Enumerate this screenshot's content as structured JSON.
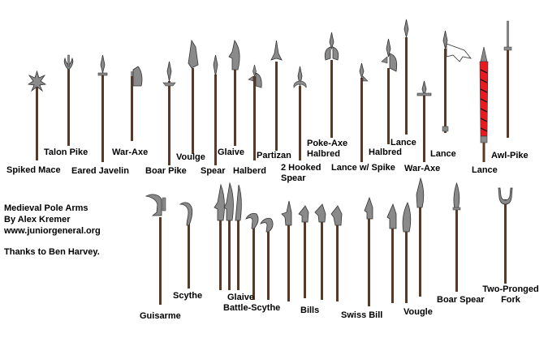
{
  "credits": {
    "title": "Medieval Pole Arms",
    "author": "By Alex Kremer",
    "site": "www.juniorgeneral.org",
    "thanks": "Thanks to Ben Harvey."
  },
  "top_row": [
    {
      "name": "Spiked Mace",
      "icon": "spiked-mace-icon"
    },
    {
      "name": "Talon Pike",
      "icon": "talon-pike-icon"
    },
    {
      "name": "Eared Javelin",
      "icon": "eared-javelin-icon"
    },
    {
      "name": "War-Axe",
      "icon": "war-axe-icon"
    },
    {
      "name": "Boar Pike",
      "icon": "boar-pike-icon"
    },
    {
      "name": "Voulge",
      "icon": "voulge-icon"
    },
    {
      "name": "Spear",
      "icon": "spear-icon"
    },
    {
      "name": "Glaive",
      "icon": "glaive-icon"
    },
    {
      "name": "Halberd",
      "icon": "halberd-icon"
    },
    {
      "name": "Partizan",
      "icon": "partizan-icon"
    },
    {
      "name": "2 Hooked Spear",
      "icon": "two-hooked-spear-icon"
    },
    {
      "name": "Poke-Axe Halbred",
      "icon": "poke-axe-halbred-icon"
    },
    {
      "name": "Lance w/ Spike",
      "icon": "lance-with-spike-icon"
    },
    {
      "name": "Halbred",
      "icon": "halbred-icon"
    },
    {
      "name": "Lance",
      "icon": "lance-icon"
    },
    {
      "name": "War-Axe",
      "icon": "war-axe-2-icon"
    },
    {
      "name": "Lance",
      "icon": "pennant-lance-icon"
    },
    {
      "name": "Lance",
      "icon": "striped-lance-icon"
    },
    {
      "name": "Awl-Pike",
      "icon": "awl-pike-icon"
    }
  ],
  "bottom_row": [
    {
      "name": "Guisarme",
      "icon": "guisarme-icon"
    },
    {
      "name": "Scythe",
      "icon": "scythe-icon"
    },
    {
      "name": "Glaive",
      "icon": "glaive-pair-icon"
    },
    {
      "name": "Battle-Scythe",
      "icon": "battle-scythe-icon"
    },
    {
      "name": "Bills",
      "icon": "bills-icon"
    },
    {
      "name": "Swiss Bill",
      "icon": "swiss-bill-icon"
    },
    {
      "name": "Vougle",
      "icon": "vougle-icon"
    },
    {
      "name": "Boar Spear",
      "icon": "boar-spear-icon"
    },
    {
      "name": "Two-Pronged Fork",
      "icon": "two-pronged-fork-icon"
    }
  ],
  "colors": {
    "shaft": "#5a3a26",
    "blade": "#8a8a8a",
    "blade_outline": "#3a3a3a",
    "lance_stripe_red": "#e8191f",
    "lance_stripe_dark": "#1a1a1a",
    "background": "#ffffff"
  }
}
